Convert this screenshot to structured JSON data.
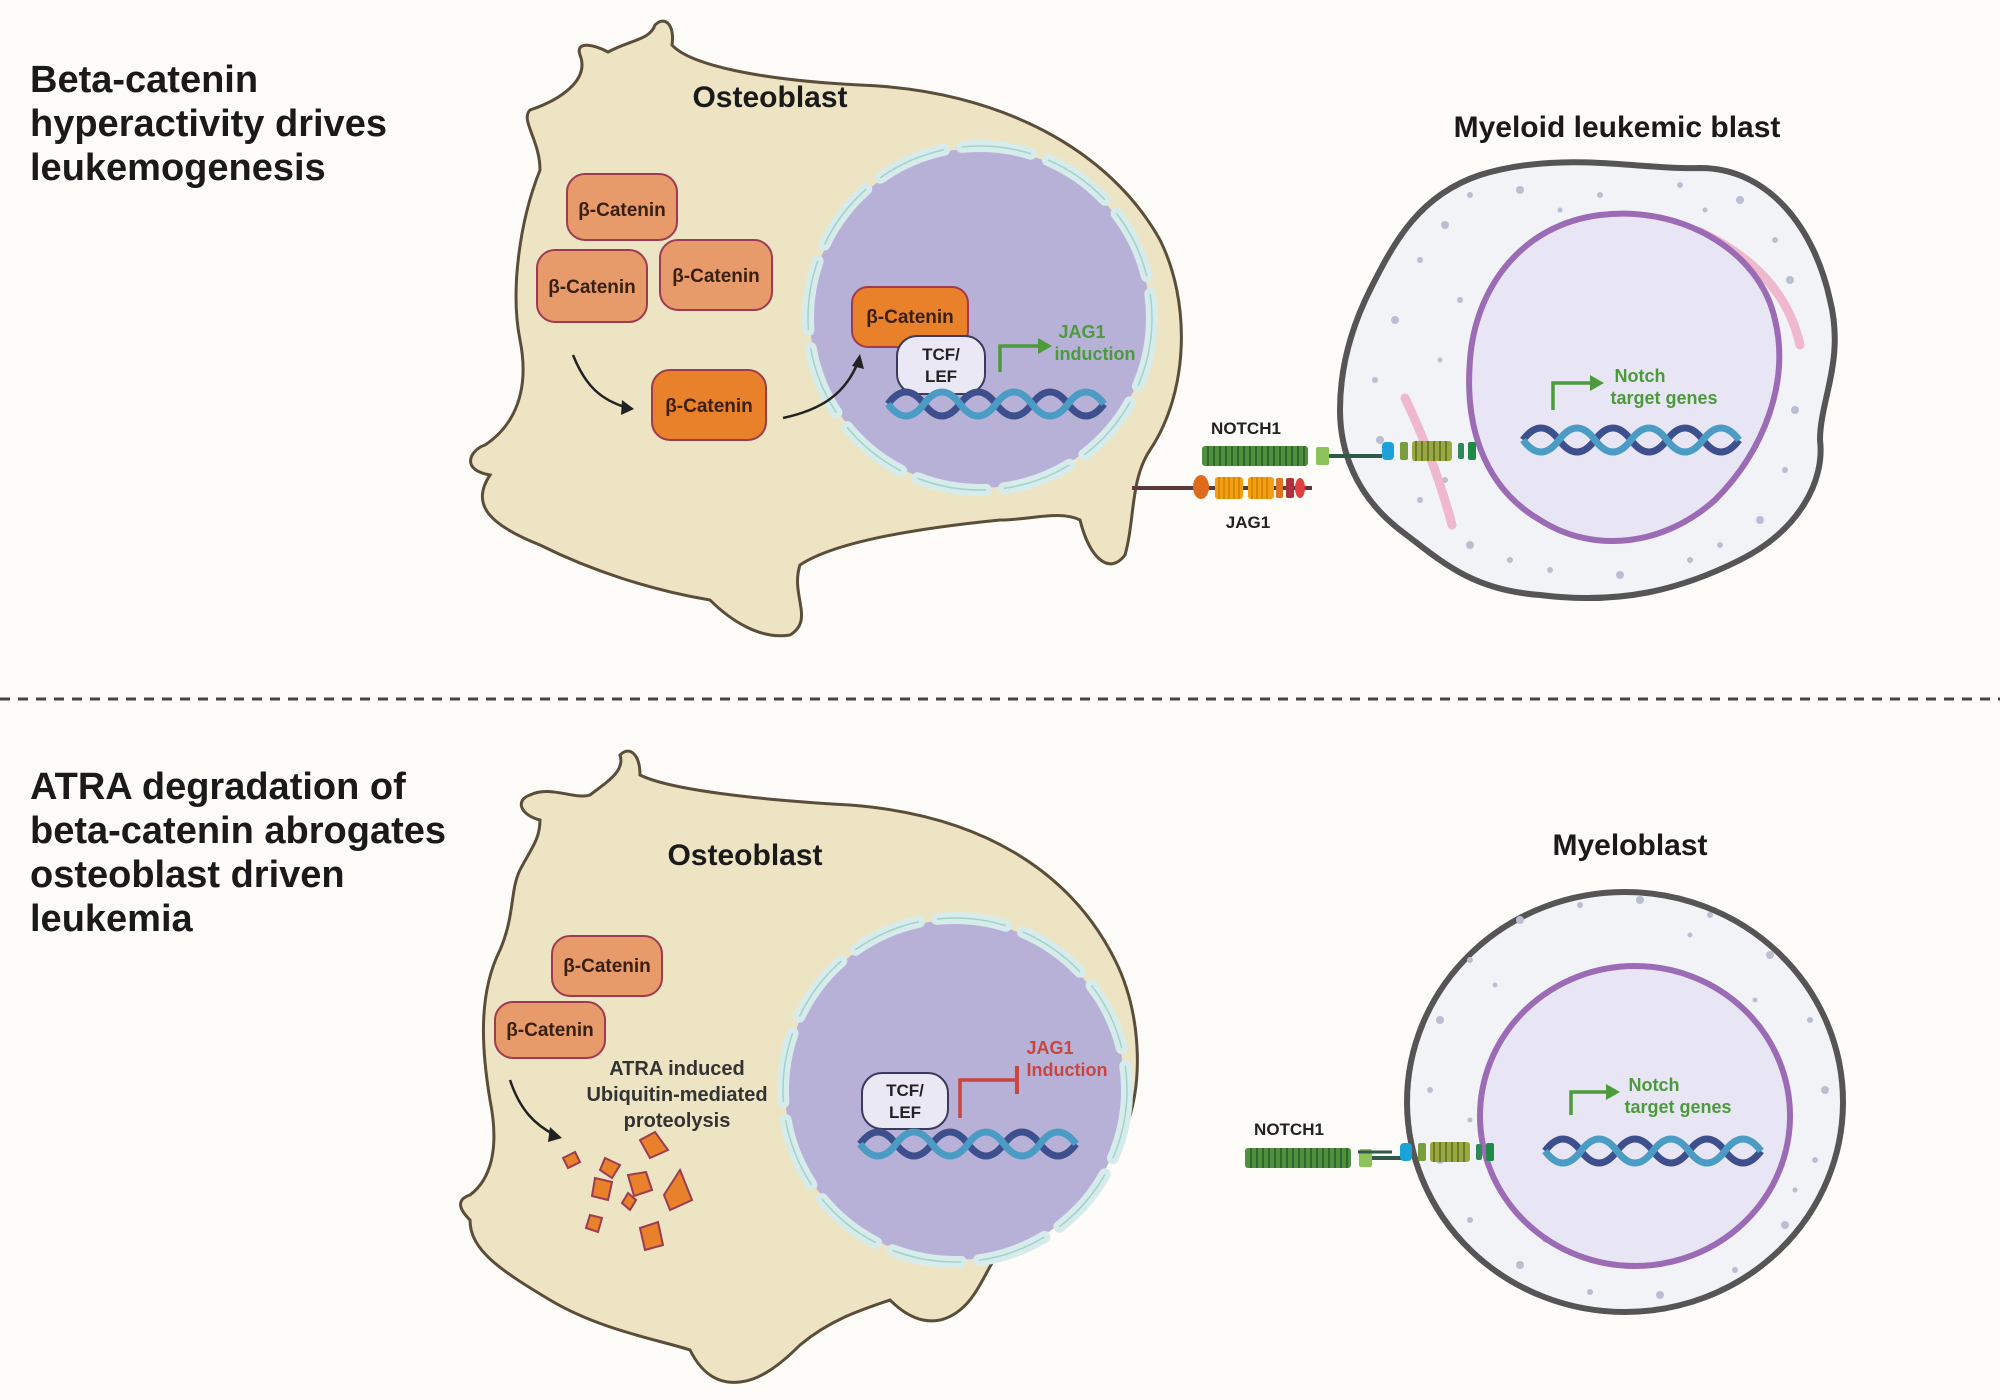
{
  "panels": [
    {
      "title_lines": [
        "Beta-catenin",
        "hyperactivity drives",
        "leukemogenesis"
      ],
      "osteoblast_label": "Osteoblast",
      "cytoplasm_catenins": [
        "β-Catenin",
        "β-Catenin",
        "β-Catenin"
      ],
      "active_catenin": "β-Catenin",
      "nuclear_catenin": "β-Catenin",
      "tcf_lef_lines": [
        "TCF/",
        "LEF"
      ],
      "osteoblast_gene_label_lines": [
        "JAG1",
        "induction"
      ],
      "receptor_label": "NOTCH1",
      "ligand_label": "JAG1",
      "target_cell_label": "Myeloid leukemic blast",
      "target_gene_label_lines": [
        "Notch",
        "target genes"
      ]
    },
    {
      "title_lines": [
        "ATRA degradation of",
        "beta-catenin abrogates",
        "osteoblast driven",
        "leukemia"
      ],
      "osteoblast_label": "Osteoblast",
      "cytoplasm_catenins": [
        "β-Catenin",
        "β-Catenin"
      ],
      "degradation_label_lines": [
        "ATRA induced",
        "Ubiquitin-mediated",
        "proteolysis"
      ],
      "tcf_lef_lines": [
        "TCF/",
        "LEF"
      ],
      "osteoblast_gene_label_lines": [
        "JAG1",
        "Induction"
      ],
      "receptor_label": "NOTCH1",
      "target_cell_label": "Myeloblast",
      "target_gene_label_lines": [
        "Notch",
        "target genes"
      ]
    }
  ],
  "colors": {
    "background": "#fdfcf8",
    "osteoblast_fill": "#ede4c3",
    "osteoblast_stroke": "#5b4d3a",
    "nucleus_fill": "#b7b1d8",
    "nuclear_envelope": "#d7ecea",
    "catenin_fill": "#e79b6a",
    "catenin_active_fill": "#e8812a",
    "catenin_stroke": "#9e3b52",
    "activation_green": "#4c9a3c",
    "inhibition_red": "#c8463f",
    "dna_dark": "#3d4f8c",
    "dna_light": "#4a9cc4",
    "blast_membrane": "#555555",
    "blast_nucleus_stroke": "#9c6bb5",
    "notch_green": "#5a9a4a",
    "jag1_orange": "#f2a012"
  },
  "icons": [
    "dna-icon",
    "activation-arrow-icon",
    "inhibition-bar-icon",
    "curved-arrow-icon",
    "notch1-receptor-icon",
    "jag1-ligand-icon",
    "protein-fragment-icon"
  ]
}
